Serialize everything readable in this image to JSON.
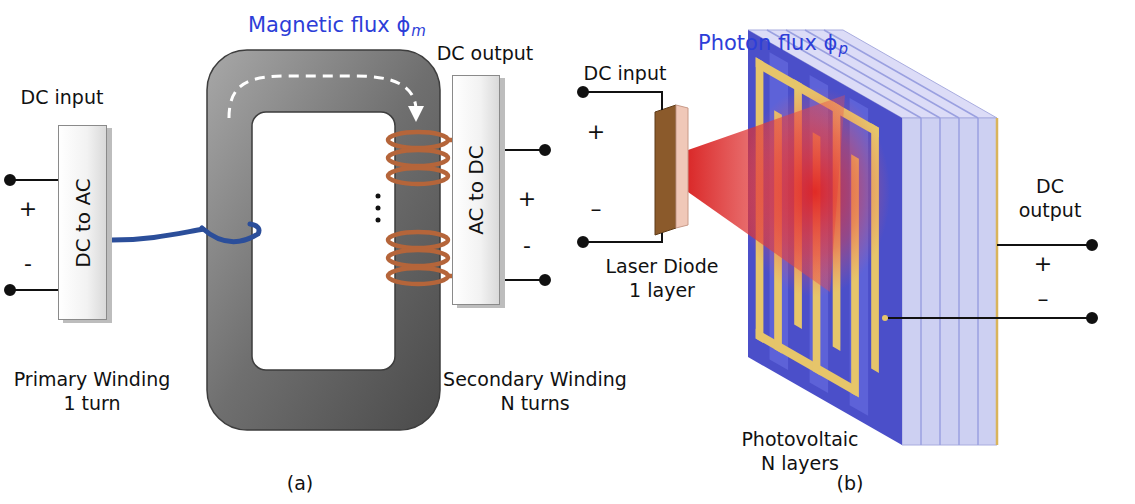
{
  "diagram": {
    "nodes": [
      {
        "text": [
          "DC to AC"
        ]
      },
      {
        "text": [
          "AC to DC"
        ]
      }
    ],
    "labels": [
      "Magnetic flux ϕ",
      "m",
      "DC input",
      "+",
      "-",
      "DC output",
      "+",
      "-",
      "Primary Winding 1 turn",
      "Secondary Winding N turns",
      "(a)",
      "Photon flux ϕ",
      "p",
      "DC input",
      "+",
      "–",
      "Laser Diode 1 layer",
      "Photovoltaic N layers",
      "DC output",
      "+",
      "–",
      "(b)"
    ]
  }
}
